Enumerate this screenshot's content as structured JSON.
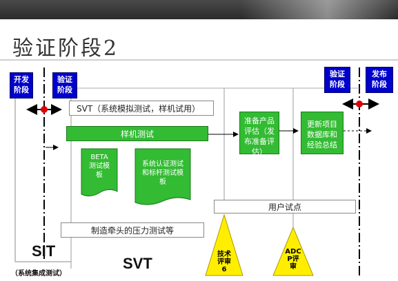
{
  "title": "验证阶段2",
  "left_boxes": {
    "develop": [
      "开发",
      "阶段"
    ],
    "verify": [
      "验证",
      "阶段"
    ]
  },
  "right_boxes": {
    "verify": [
      "验证",
      "阶段"
    ],
    "release": [
      "发布",
      "阶段"
    ]
  },
  "svt_label": "SVT（系统模拟测试，样机试用）",
  "prototype_bar": "样机测试",
  "beta_doc": [
    "BETA",
    "测试模",
    "板"
  ],
  "cert_doc": [
    "系统认证测试",
    "和标杆测试模",
    "板"
  ],
  "prepare_box": [
    "准备产品",
    "评估（发",
    "布准备评",
    "估）"
  ],
  "update_box": [
    "更新项目",
    "数据库和",
    "经验总结"
  ],
  "user_trial": "用户试点",
  "stress_test": "制造牵头的压力测试等",
  "review_triangle_1": [
    "技术",
    "评审",
    "6"
  ],
  "review_triangle_2": [
    "ADC",
    "P评",
    "审"
  ],
  "sit_label": "SIT",
  "sit_sub": "（系统集成测试）",
  "svt_big": "SVT",
  "colors": {
    "blue": "#0000cc",
    "green": "#33bb33",
    "yellow": "#ffee00",
    "red_dot": "#e00000"
  }
}
